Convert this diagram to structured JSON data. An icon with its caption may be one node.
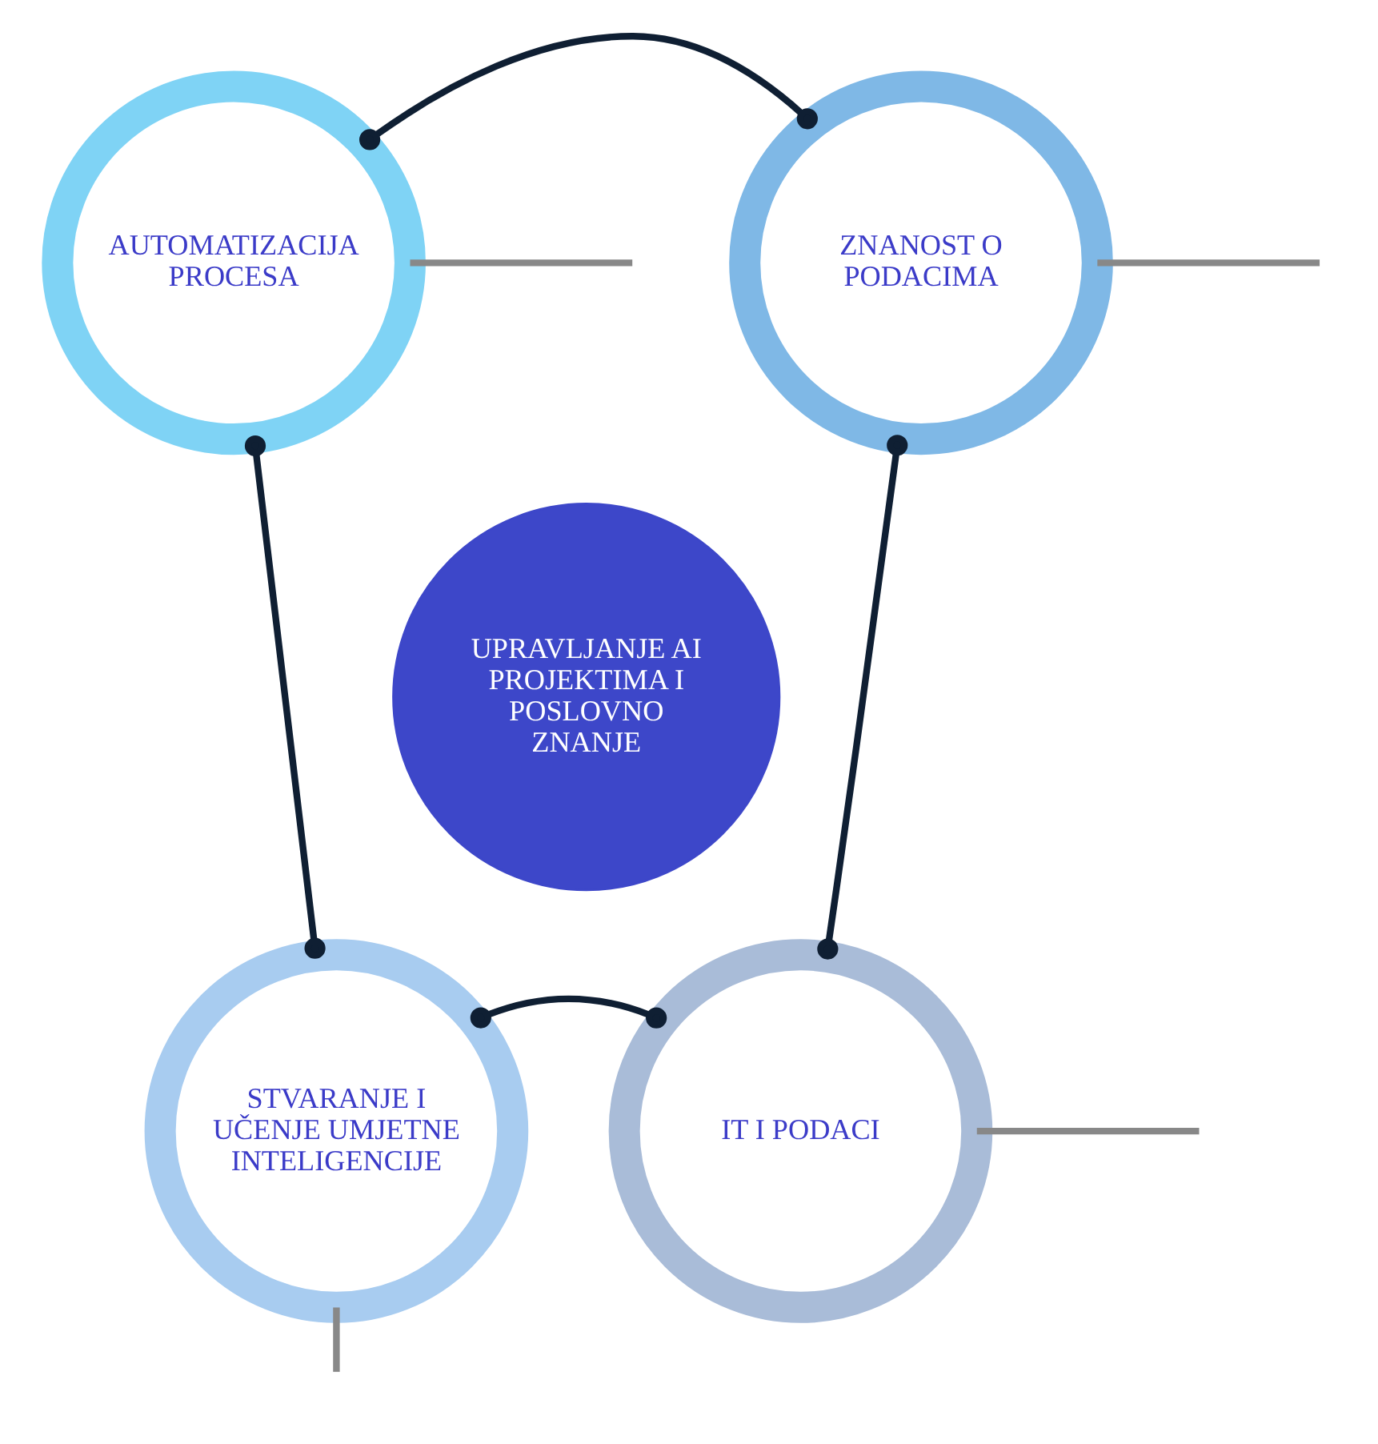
{
  "diagram": {
    "nodes": [
      {
        "text": [
          "AUTOMATIZACIJA PROCESA"
        ]
      },
      {
        "text": [
          "ZNANOST O PODACIMA"
        ]
      },
      {
        "text": [
          "UPRAVLJANJE AI PROJEKTIMA I POSLOVNO ZNANJE"
        ]
      },
      {
        "text": [
          "STVARANJE I UČENJE UMJETNE INTELIGENCIJE"
        ]
      },
      {
        "text": [
          "IT I PODACI"
        ]
      }
    ],
    "edges": [
      {
        "from": 0,
        "to": 1,
        "arrow": "other"
      },
      {
        "from": 1,
        "to": 4,
        "arrow": "other"
      },
      {
        "from": 4,
        "to": 3,
        "arrow": "other"
      },
      {
        "from": 3,
        "to": 0,
        "arrow": "other"
      },
      {
        "from": 0,
        "to": null,
        "arrow": "none",
        "color": "#888888"
      },
      {
        "from": 1,
        "to": null,
        "arrow": "none",
        "color": "#888888"
      },
      {
        "from": 4,
        "to": null,
        "arrow": "none",
        "color": "#888888"
      },
      {
        "from": 3,
        "to": null,
        "arrow": "none",
        "color": "#888888"
      }
    ]
  }
}
